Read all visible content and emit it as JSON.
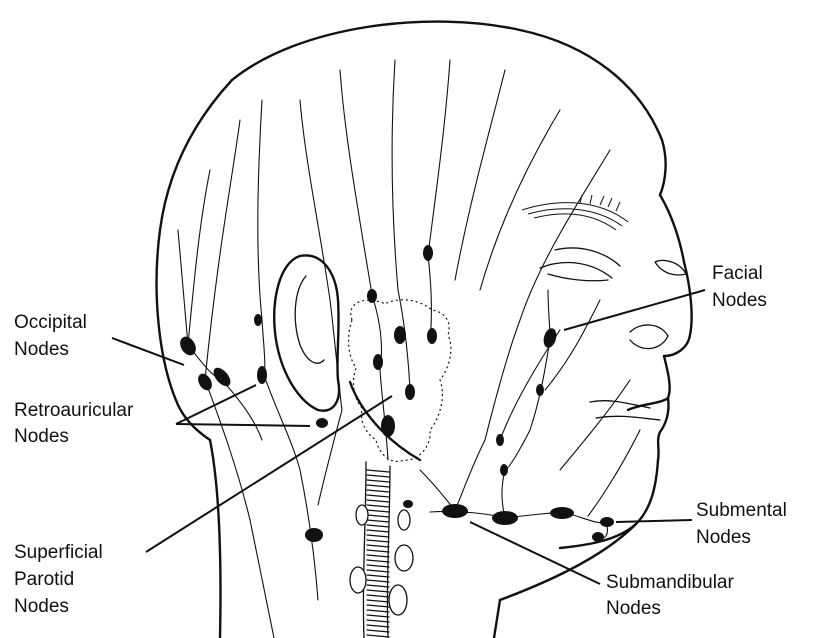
{
  "labels": {
    "occipital": [
      "Occipital",
      "Nodes"
    ],
    "retroauricular": [
      "Retroauricular",
      "Nodes"
    ],
    "superficial_parotid": [
      "Superficial",
      "Parotid",
      "Nodes"
    ],
    "facial": [
      "Facial",
      "Nodes"
    ],
    "submental": [
      "Submental",
      "Nodes"
    ],
    "submandibular": [
      "Submandibular",
      "Nodes"
    ]
  }
}
